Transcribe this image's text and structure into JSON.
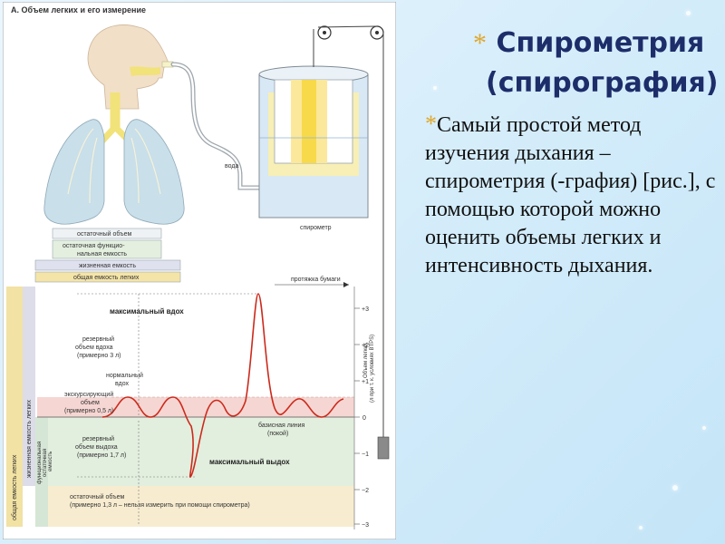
{
  "figure": {
    "heading": "А. Объем легких и его измерение",
    "labels": {
      "water": "вода",
      "spirometer": "спирометр",
      "paper": "протяжка бумаги",
      "baseline": "базисная линия",
      "rest": "(покой)",
      "max_in": "максимальный вдох",
      "max_out": "максимальный выдох",
      "reserve_in": [
        "резервный",
        "объем вдоха",
        "(примерно 3 л)"
      ],
      "normal_in": [
        "нормальный",
        "вдох"
      ],
      "tidal": [
        "экскурсирующий",
        "объем",
        "(примерно 0,5 л)"
      ],
      "reserve_out": [
        "резервный",
        "объем выдоха",
        "(примерно 1,7 л)"
      ],
      "residual": [
        "остаточный объем",
        "(примерно 1,3 л – нельзя измерить при помощи спирометра)"
      ],
      "frc": [
        "функциональная",
        "остаточная",
        "емкость"
      ],
      "vc_vertical": "жизненная емкость легких",
      "tlc_vertical": "общая емкость легких",
      "axis_title": "Объем легких",
      "axis_sub": "(л при т. к. условиях BTPS)",
      "bars": [
        "остаточный объем",
        "остаточная функцио-",
        "нальная емкость",
        "жизненная емкость",
        "общая емкость легких"
      ]
    },
    "axis_ticks": [
      "+3",
      "+2",
      "+1",
      "0",
      "−1",
      "−2",
      "−3"
    ],
    "colors": {
      "tidal_band": "#f6d6d2",
      "frc_band": "#e2eede",
      "residual_band": "#f7ecd0",
      "trace": "#cc2a1c"
    }
  },
  "slide": {
    "title_bullet": "*",
    "title_line1": "Спирометрия",
    "title_line2": "(спирография)",
    "body_bullet": "*",
    "body": "Самый простой метод изучения дыхания – спирометрия (-графия) [рис.], с помощью которой можно оценить объемы легких и интенсивность дыхания."
  }
}
